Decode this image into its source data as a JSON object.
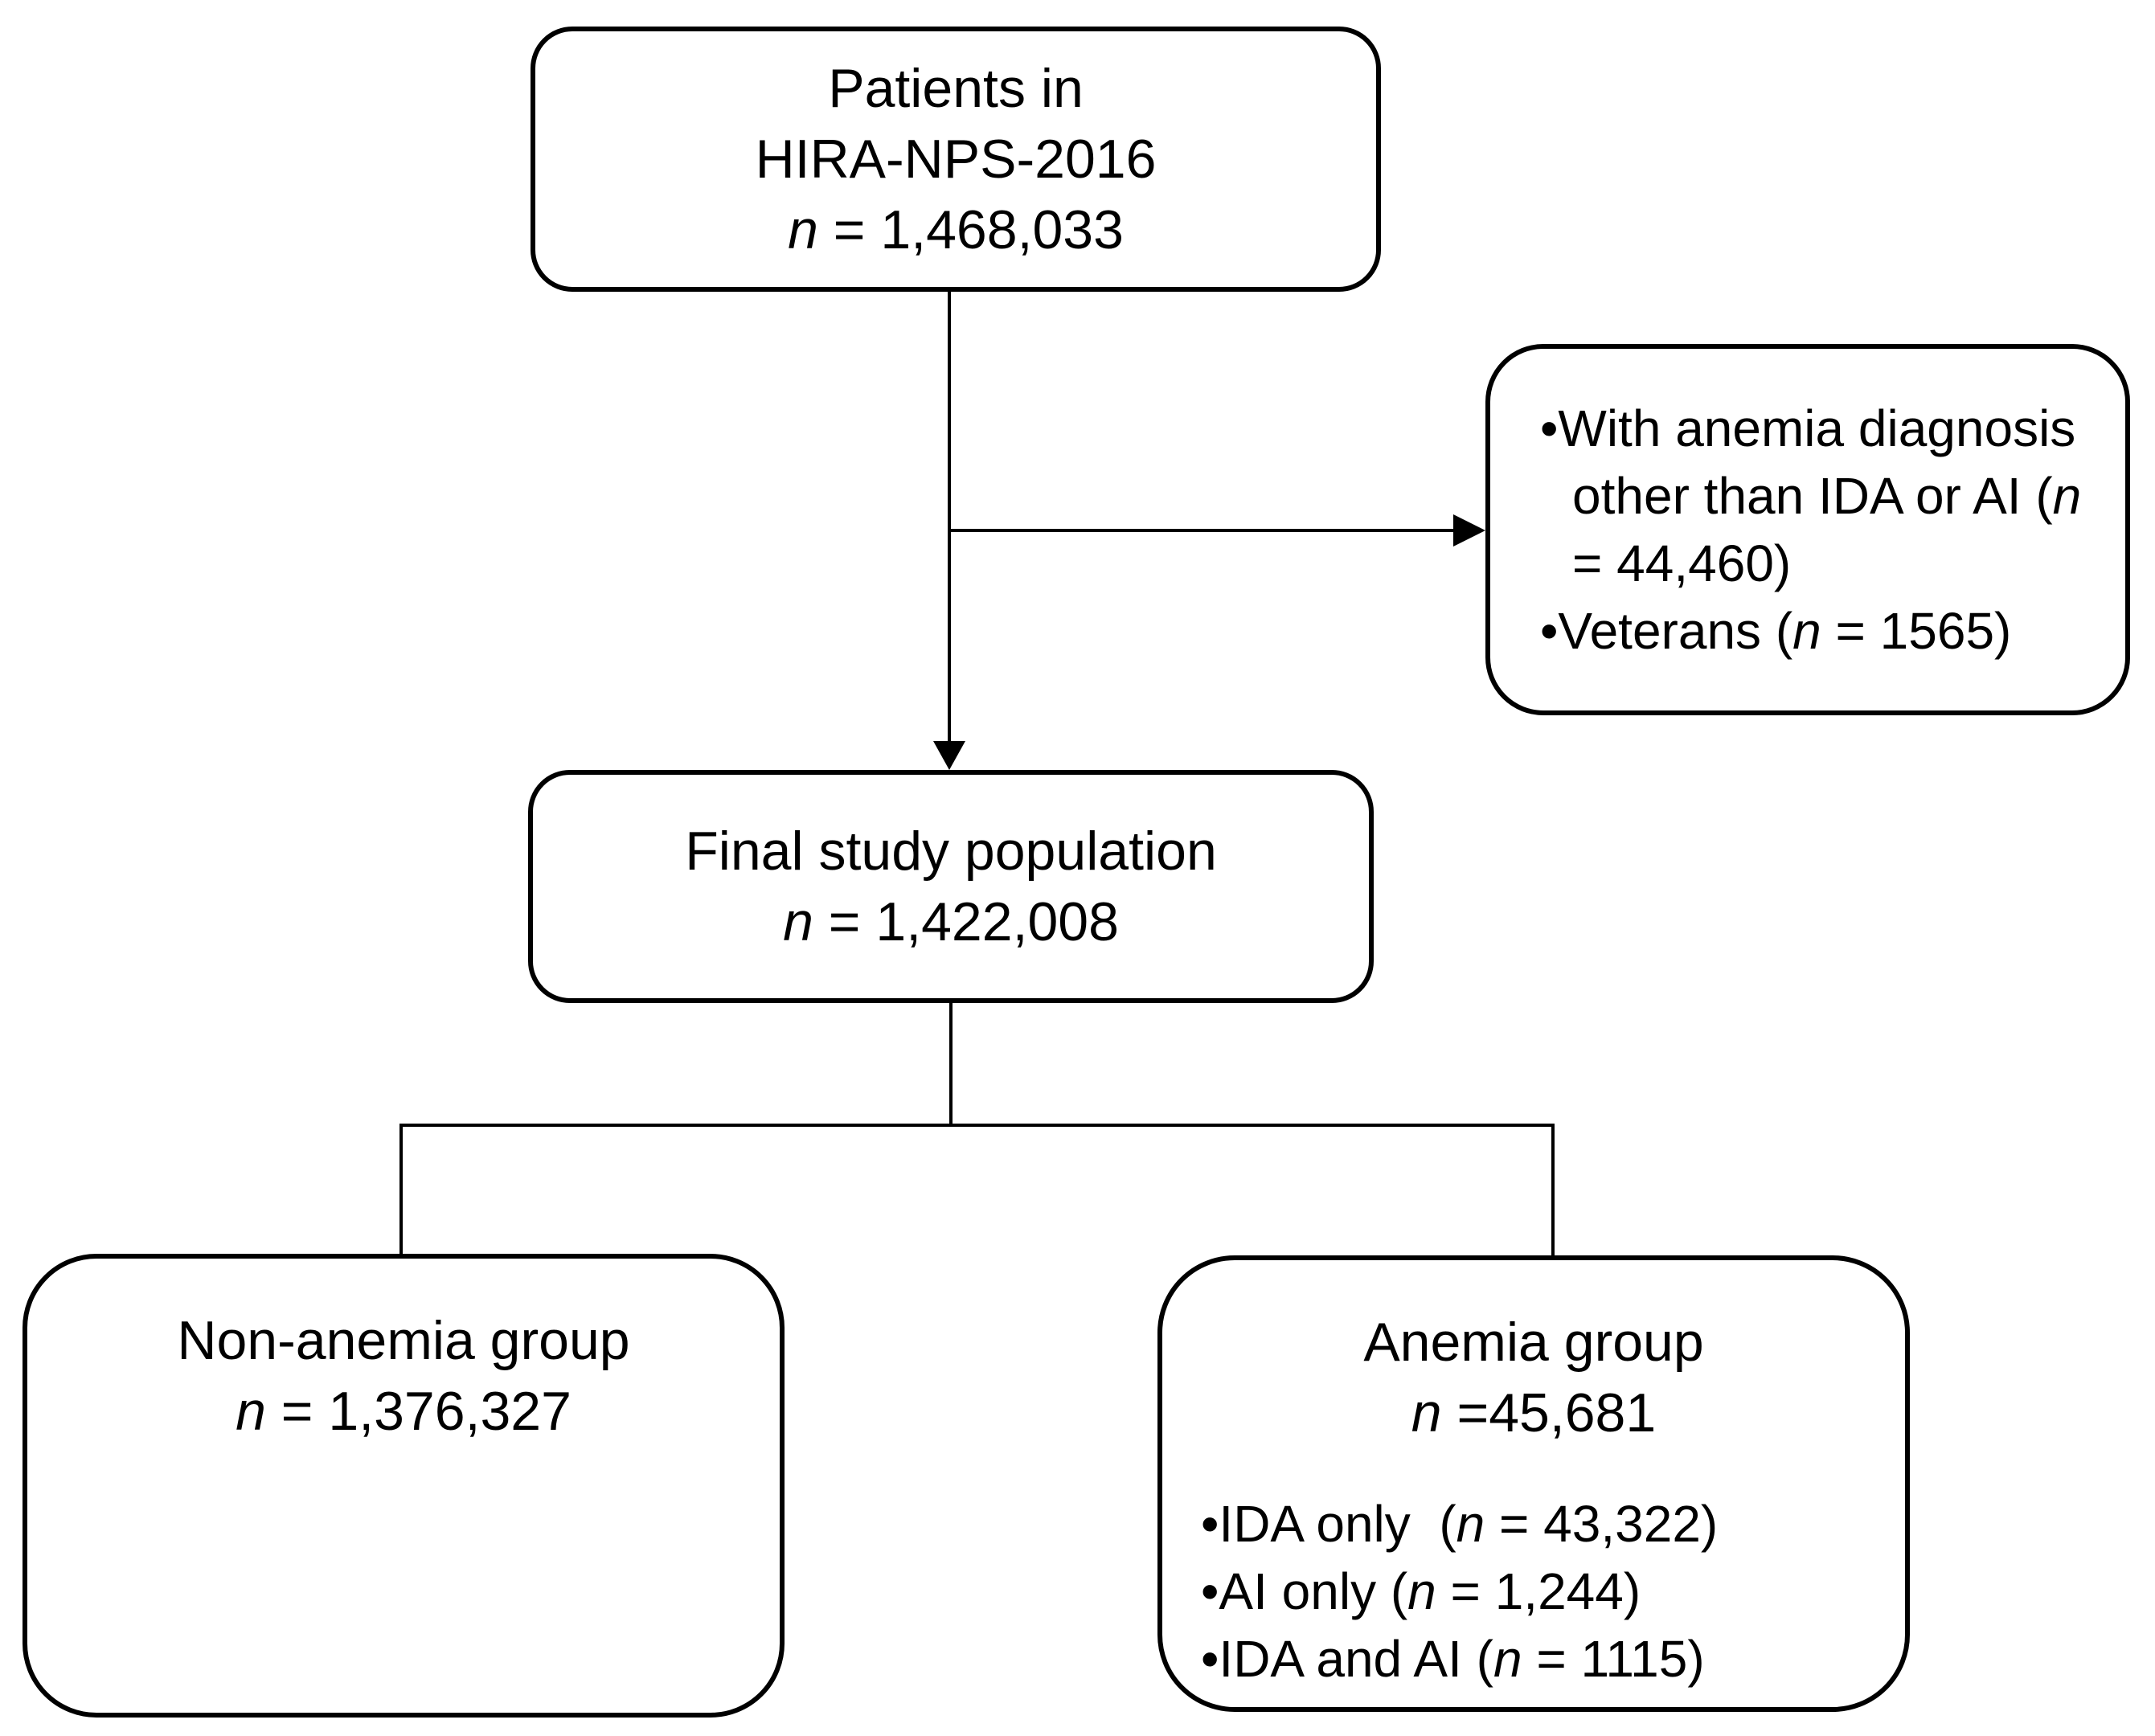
{
  "figure": {
    "background": "#ffffff",
    "line_color": "#000000",
    "description": "Study population flow diagram"
  },
  "boxes": {
    "source": {
      "line1": "Patients in",
      "line2": "HIRA-NPS-2016",
      "n": "n",
      "n_rest": " = 1,468,033"
    },
    "exclusion": {
      "items": [
        {
          "bullet": "•",
          "pre": "With anemia diagnosis other than IDA or AI (",
          "n": "n",
          "post": " = 44,460)"
        },
        {
          "bullet": "•",
          "pre": "Veterans (",
          "n": "n",
          "post": " = 1565)"
        }
      ]
    },
    "final": {
      "line1": "Final study population",
      "n": "n",
      "n_rest": " = 1,422,008"
    },
    "non_anemia": {
      "line1": "Non-anemia group",
      "n": "n",
      "n_rest": " = 1,376,327"
    },
    "anemia": {
      "line1": "Anemia group",
      "n": "n",
      "n_rest": " =45,681",
      "items": [
        {
          "bullet": "•",
          "pre": "IDA only  (",
          "n": "n",
          "post": " = 43,322)"
        },
        {
          "bullet": "•",
          "pre": "AI only (",
          "n": "n",
          "post": " = 1,244)"
        },
        {
          "bullet": "•",
          "pre": "IDA and AI (",
          "n": "n",
          "post": " = 1115)"
        }
      ]
    }
  }
}
